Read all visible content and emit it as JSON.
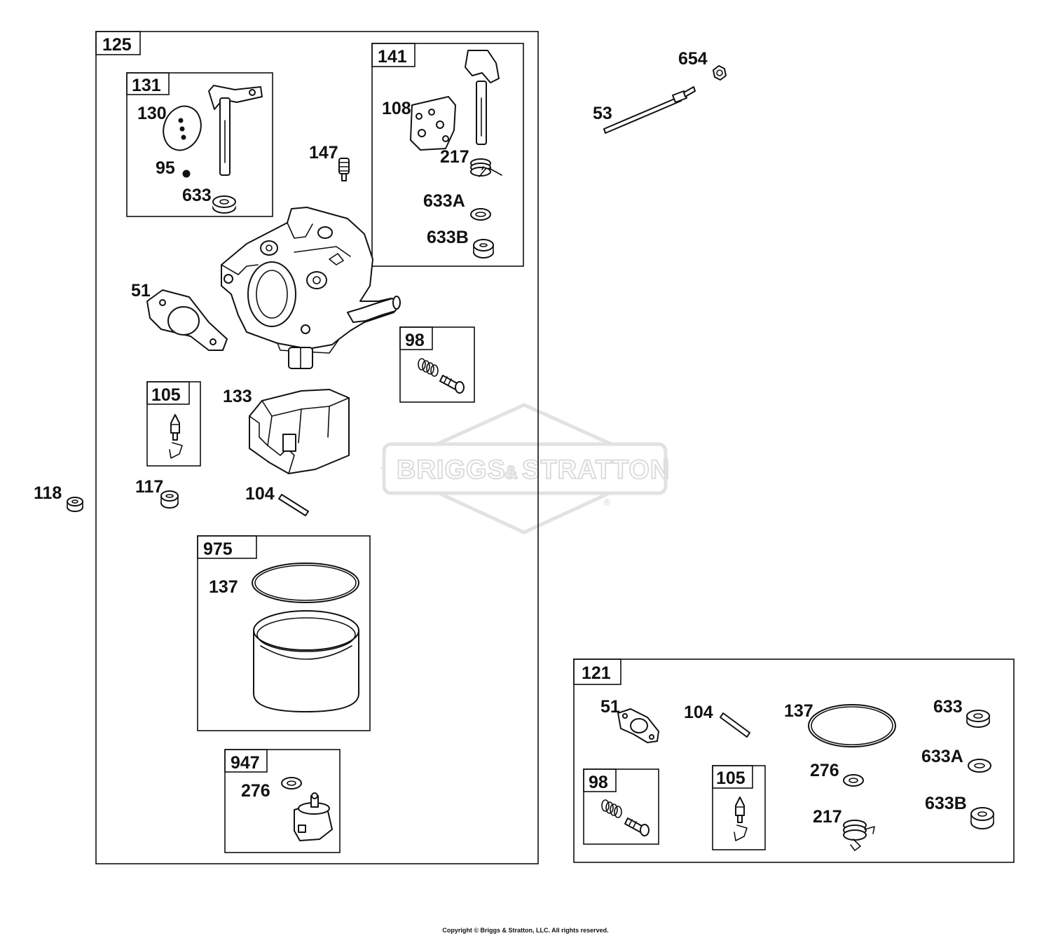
{
  "watermark": {
    "brand": "BRIGGS & STRATTON",
    "brand_left": "BRIGGS",
    "brand_amp": "&",
    "brand_right": "STRATTON",
    "registered": "®"
  },
  "copyright": "Copyright © Briggs & Stratton, LLC. All rights reserved.",
  "groups": {
    "g125": "125",
    "g131": "131",
    "g141": "141",
    "g98": "98",
    "g105": "105",
    "g975": "975",
    "g947": "947",
    "g121": "121",
    "g98b": "98",
    "g105b": "105"
  },
  "parts": {
    "p130": "130",
    "p95": "95",
    "p633": "633",
    "p147": "147",
    "p108": "108",
    "p217": "217",
    "p633a": "633A",
    "p633b": "633B",
    "p51": "51",
    "p133": "133",
    "p117": "117",
    "p104": "104",
    "p137": "137",
    "p276": "276",
    "p118": "118",
    "p654": "654",
    "p53": "53",
    "k51": "51",
    "k104": "104",
    "k137": "137",
    "k633": "633",
    "k633a": "633A",
    "k633b": "633B",
    "k276": "276",
    "k217": "217"
  }
}
